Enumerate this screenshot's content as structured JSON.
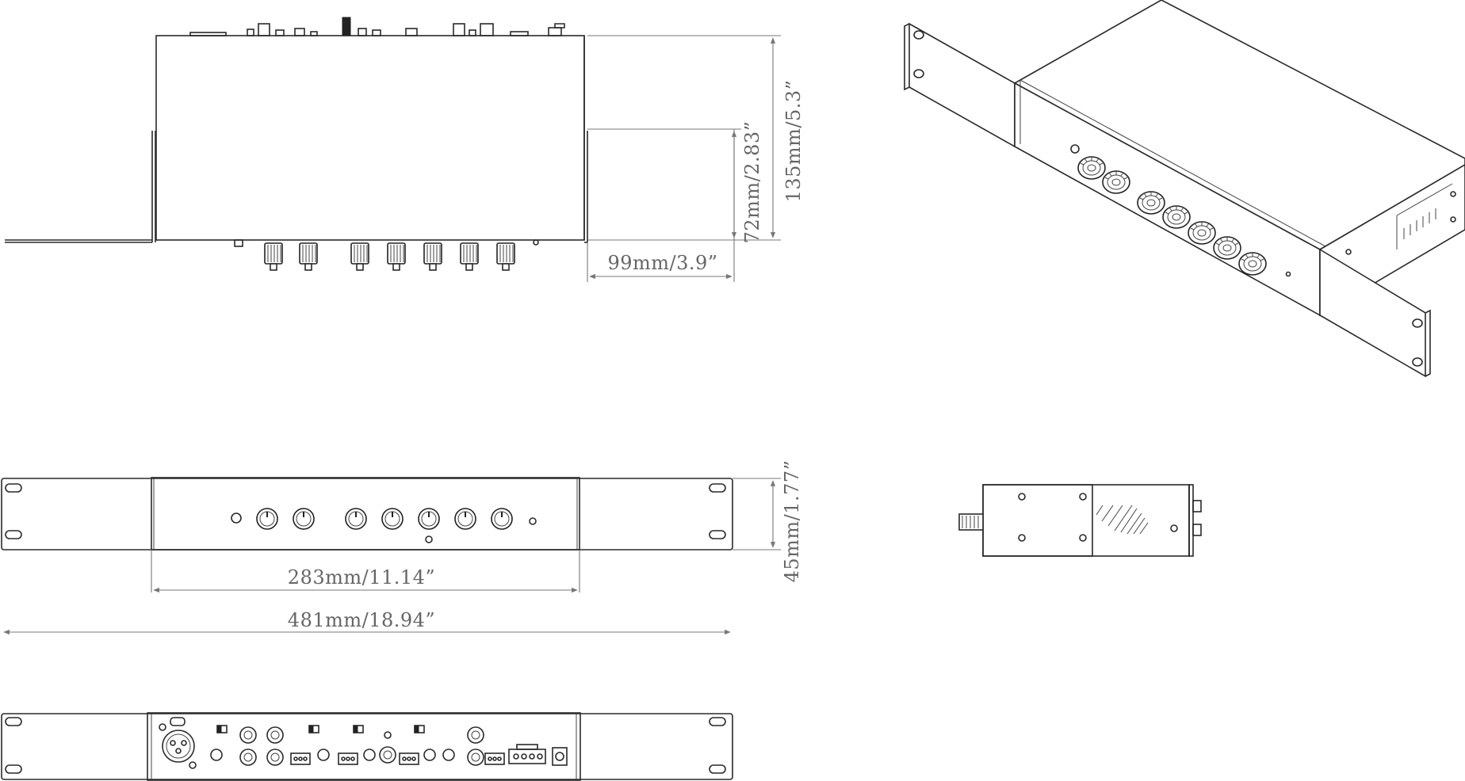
{
  "dimensions": {
    "side_height": "135mm/5.3”",
    "side_inner_height": "72mm/2.83”",
    "side_depth": "99mm/3.9”",
    "front_height": "45mm/1.77”",
    "front_body_width": "283mm/11.14”",
    "front_total_width": "481mm/18.94”"
  },
  "colors": {
    "line": "#2a2a2a",
    "dimension": "#777777",
    "background": "#ffffff"
  }
}
